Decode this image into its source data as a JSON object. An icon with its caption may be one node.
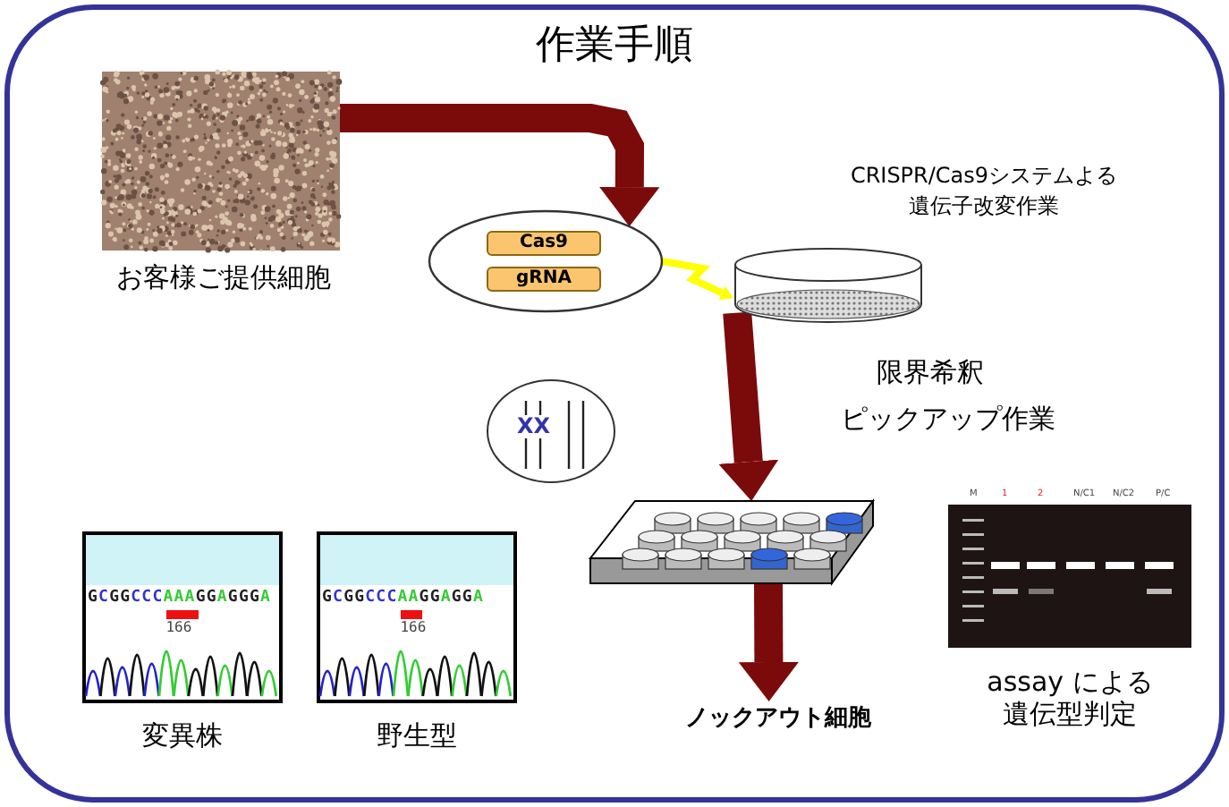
{
  "diagram": {
    "title": "作業手順",
    "nodes": [
      {
        "text": [],
        "shape": "picture",
        "beside": [
          "お客様ご提供細胞"
        ]
      },
      {
        "text": [],
        "shape": "circle"
      },
      {
        "text": [
          "Cas9"
        ],
        "in": 1
      },
      {
        "text": [
          "gRNA"
        ],
        "in": 1
      },
      {
        "text": [],
        "shape": "cylinder"
      },
      {
        "text": [
          "XX"
        ]
      },
      {
        "text": [],
        "shape": "picture"
      },
      {
        "text": [
          "ノックアウト細胞"
        ]
      },
      {
        "text": [
          "GCGGCCCAAAGGAGGGA",
          "166"
        ],
        "beside": [
          "変異株"
        ]
      },
      {
        "text": [
          "GCGGCCCAAGGAGGA",
          "166"
        ],
        "beside": [
          "野生型"
        ]
      },
      {
        "text": [
          "M",
          "1",
          "2",
          "N/C1",
          "N/C2",
          "P/C"
        ],
        "beside": [
          "assay による遺伝型判定"
        ]
      }
    ],
    "edges": [
      {
        "from": 0,
        "to": 1,
        "arrow": "to"
      },
      {
        "from": 1,
        "to": 4,
        "arrow": "to",
        "color": "#ffff00"
      },
      {
        "from": 4,
        "to": 6,
        "arrow": "to"
      },
      {
        "from": 6,
        "to": 7,
        "arrow": "to"
      }
    ],
    "labels": [
      "CRISPR/Cas9システムよる遺伝子改変作業",
      "限界希釈",
      "ピックアップ作業"
    ]
  }
}
